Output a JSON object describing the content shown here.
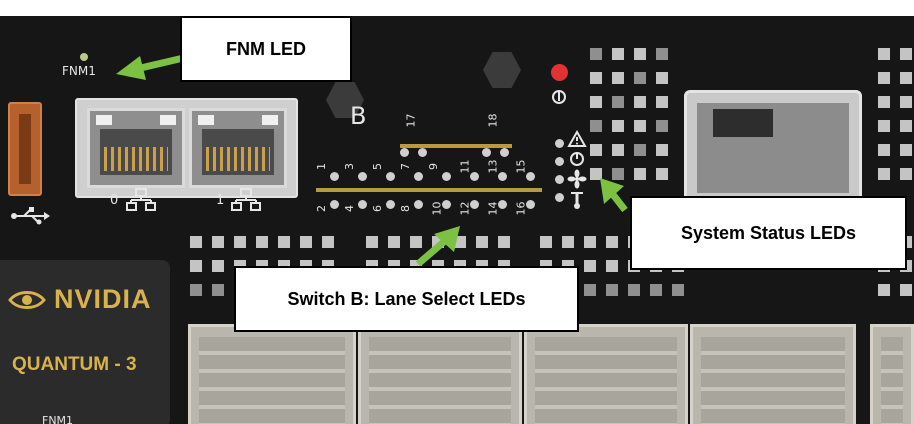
{
  "callouts": {
    "fnm_led": "FNM LED",
    "system_status": "System Status LEDs",
    "lane_select": "Switch B: Lane Select LEDs"
  },
  "board": {
    "fnm_led_label": "FNM1",
    "bottom_label": "FNM1",
    "port0_label": "0",
    "port1_label": "1",
    "switch_letter": "B",
    "brand": "NVIDIA",
    "product": "QUANTUM - 3",
    "lane_top_row": [
      "1",
      "3",
      "5",
      "7",
      "9",
      "11",
      "13",
      "15"
    ],
    "lane_bottom_row": [
      "2",
      "4",
      "6",
      "8",
      "10",
      "12",
      "14",
      "16"
    ],
    "lane_top_extra": [
      "17",
      "18"
    ]
  },
  "colors": {
    "arrow": "#7dc142",
    "board": "#161616",
    "brand_gold": "#d8b24c",
    "trace_gold": "#b89a43",
    "fault_led": "#e23232"
  },
  "icons": [
    "usb-icon",
    "network-icon",
    "warning-icon",
    "power-icon",
    "fan-icon",
    "thermometer-icon",
    "nvidia-eye-icon"
  ]
}
